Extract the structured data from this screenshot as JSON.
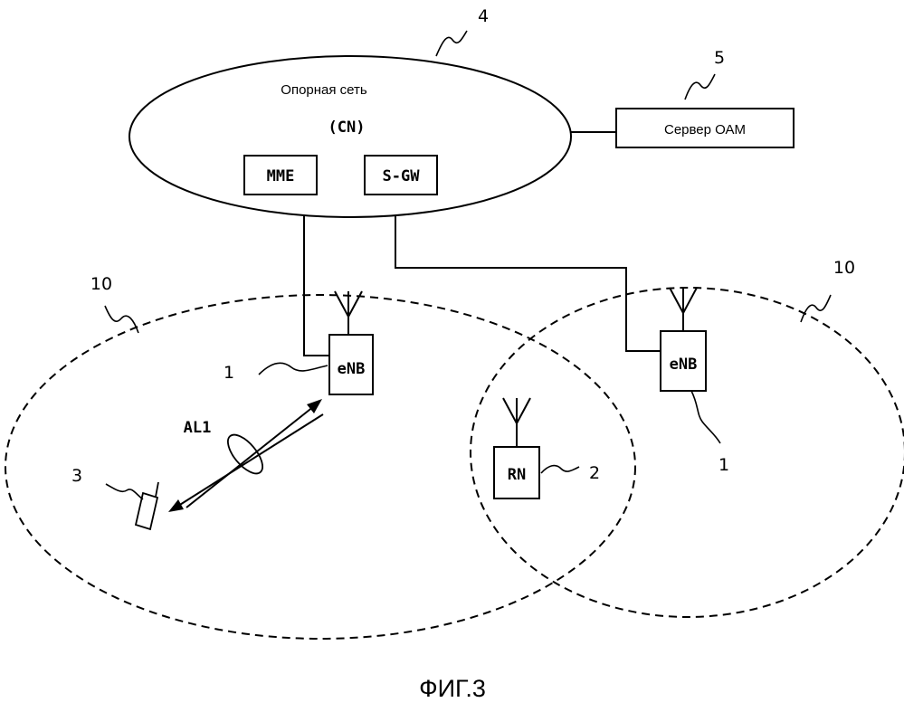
{
  "core_network": {
    "name": "Опорная сеть",
    "abbr": "(CN)",
    "ref": "4",
    "mme_label": "MME",
    "sgw_label": "S-GW"
  },
  "oam_server": {
    "label": "Сервер ОАМ",
    "ref": "5"
  },
  "cells": [
    {
      "ref": "10"
    },
    {
      "ref": "10"
    }
  ],
  "enb_left": {
    "label": "eNB",
    "ref": "1"
  },
  "enb_right": {
    "label": "eNB",
    "ref": "1"
  },
  "relay_node": {
    "label": "RN",
    "ref": "2"
  },
  "user_equipment": {
    "ref": "3"
  },
  "access_link": {
    "label": "AL1"
  },
  "figure_caption": "ФИГ.3"
}
